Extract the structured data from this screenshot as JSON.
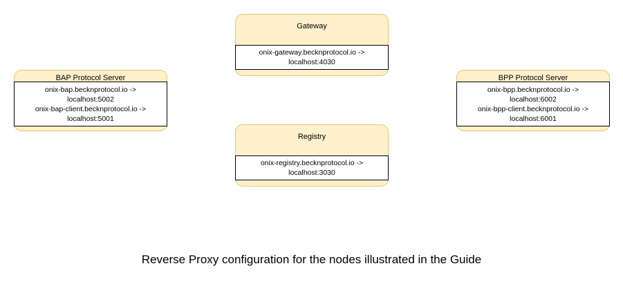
{
  "diagram": {
    "caption": "Reverse Proxy configuration for the nodes illustrated in the Guide",
    "colors": {
      "node_fill": "#fff0cc",
      "node_border": "#e8c56a",
      "body_fill": "#ffffff",
      "body_border": "#000000",
      "text": "#000000",
      "background": "#ffffff"
    },
    "nodes": [
      {
        "id": "gateway",
        "title": "Gateway",
        "mappings": [
          {
            "source": "onix-gateway.becknprotocol.io ->",
            "target": "localhost:4030"
          }
        ]
      },
      {
        "id": "bap",
        "title": "BAP Protocol Server",
        "mappings": [
          {
            "source": "onix-bap.becknprotocol.io ->",
            "target": "localhost:5002"
          },
          {
            "source": "onix-bap-client.becknprotocol.io ->",
            "target": "localhost:5001"
          }
        ]
      },
      {
        "id": "bpp",
        "title": "BPP Protocol Server",
        "mappings": [
          {
            "source": "onix-bpp.becknprotocol.io ->",
            "target": "localhost:6002"
          },
          {
            "source": "onix-bpp-client.becknprotocol.io ->",
            "target": "localhost:6001"
          }
        ]
      },
      {
        "id": "registry",
        "title": "Registry",
        "mappings": [
          {
            "source": "onix-registry.becknprotocol.io ->",
            "target": "localhost:3030"
          }
        ]
      }
    ]
  }
}
